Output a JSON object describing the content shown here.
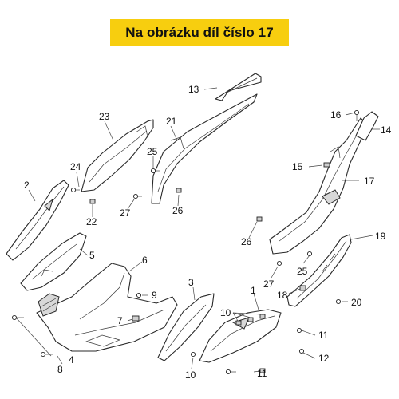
{
  "banner": {
    "text": "Na obrázku díl číslo 17",
    "color": "#f7ce0f"
  },
  "callouts": {
    "c1": "1",
    "c2": "2",
    "c3": "3",
    "c4": "4",
    "c5": "5",
    "c6": "6",
    "c7": "7",
    "c8": "8",
    "c9": "9",
    "c10a": "10",
    "c10b": "10",
    "c11a": "11",
    "c11b": "11",
    "c12": "12",
    "c13": "13",
    "c14": "14",
    "c15": "15",
    "c16": "16",
    "c17": "17",
    "c18": "18",
    "c19": "19",
    "c20": "20",
    "c21": "21",
    "c22": "22",
    "c23": "23",
    "c24": "24",
    "c25a": "25",
    "c25b": "25",
    "c26a": "26",
    "c26b": "26",
    "c27a": "27",
    "c27b": "27"
  }
}
